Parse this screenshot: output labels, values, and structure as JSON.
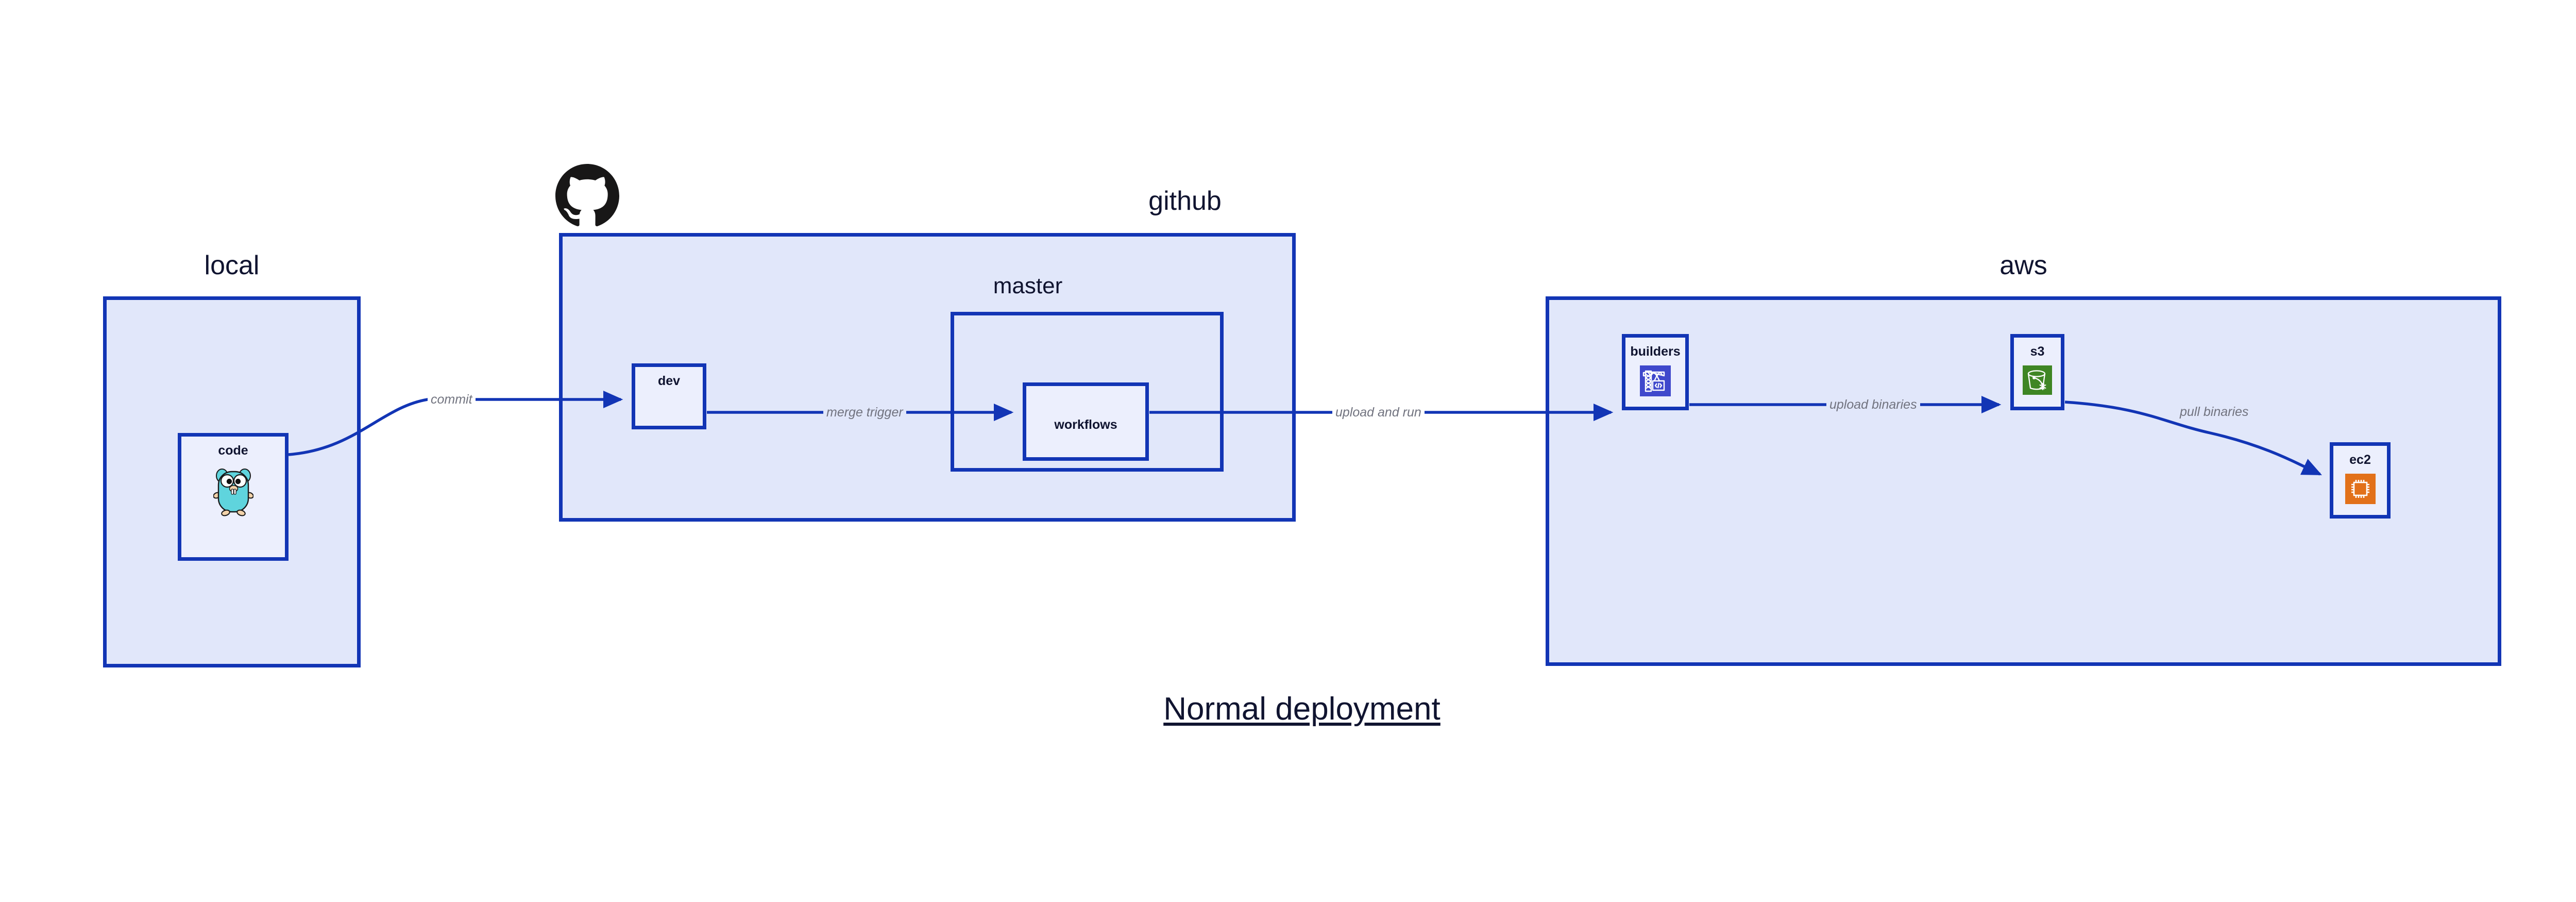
{
  "diagram": {
    "title": "Normal deployment",
    "colors": {
      "group_fill": "#e1e7fa",
      "node_fill": "#eceffd",
      "stroke": "#1235b5",
      "edge_label": "#71737f",
      "text": "#101430",
      "builders_icon": "#3f48cc",
      "s3_icon": "#3f8624",
      "ec2_icon": "#e2711a",
      "gopher": "#5fd4dd"
    }
  },
  "groups": [
    {
      "id": "local",
      "label": "local"
    },
    {
      "id": "github",
      "label": "github"
    },
    {
      "id": "master",
      "label": "master"
    },
    {
      "id": "aws",
      "label": "aws"
    }
  ],
  "nodes": [
    {
      "id": "code",
      "label": "code",
      "icon": "go-gopher-icon",
      "group": "local"
    },
    {
      "id": "dev",
      "label": "dev",
      "icon": null,
      "group": "github"
    },
    {
      "id": "workflows",
      "label": "workflows",
      "icon": null,
      "group": "master"
    },
    {
      "id": "builders",
      "label": "builders",
      "icon": "aws-builders-icon",
      "group": "aws"
    },
    {
      "id": "s3",
      "label": "s3",
      "icon": "aws-s3-icon",
      "group": "aws"
    },
    {
      "id": "ec2",
      "label": "ec2",
      "icon": "aws-ec2-icon",
      "group": "aws"
    }
  ],
  "edges": [
    {
      "id": "e1",
      "from": "code",
      "to": "dev",
      "label": "commit"
    },
    {
      "id": "e2",
      "from": "dev",
      "to": "workflows",
      "label": "merge trigger"
    },
    {
      "id": "e3",
      "from": "workflows",
      "to": "builders",
      "label": "upload and run"
    },
    {
      "id": "e4",
      "from": "builders",
      "to": "s3",
      "label": "upload binaries"
    },
    {
      "id": "e5",
      "from": "s3",
      "to": "ec2",
      "label": "pull binaries"
    }
  ],
  "logos": [
    {
      "id": "github-logo",
      "name": "github-octocat-icon"
    }
  ]
}
